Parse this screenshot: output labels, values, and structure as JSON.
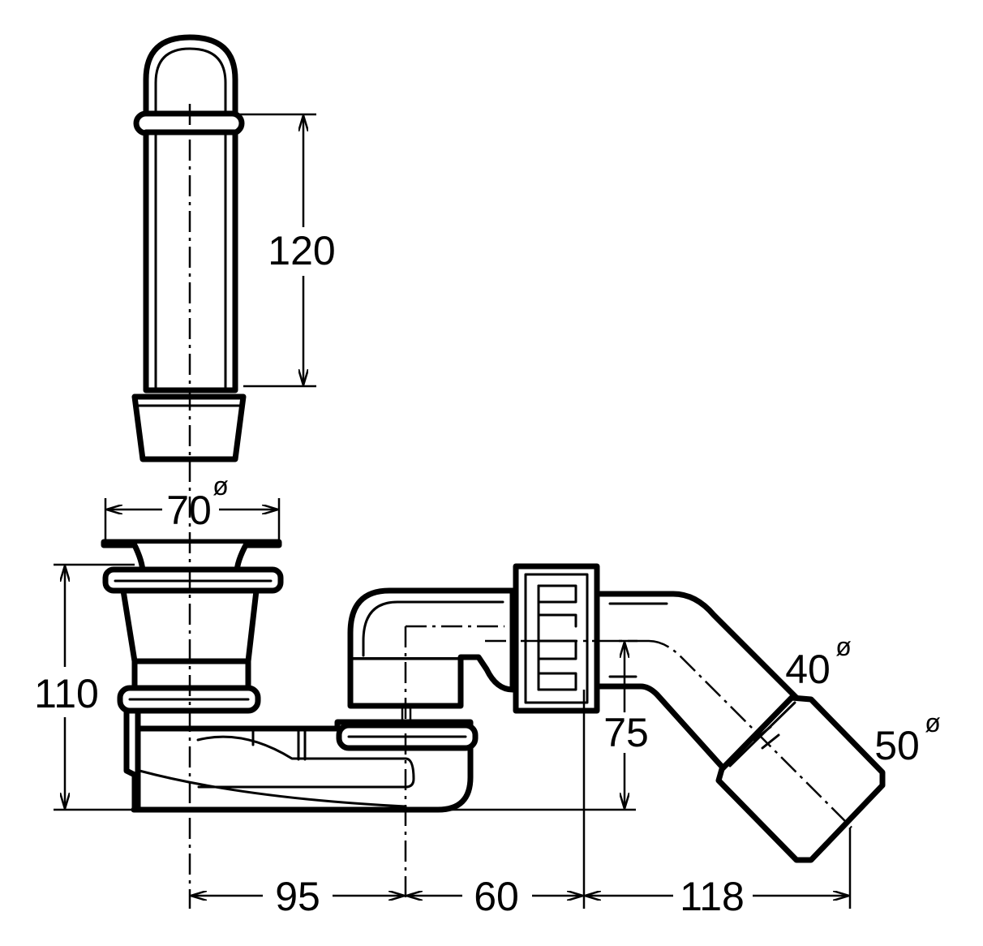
{
  "dimensions": {
    "overflow_height": "120",
    "body_height": "110",
    "outlet_height": "75",
    "dist_a": "95",
    "dist_b": "60",
    "dist_c": "118"
  },
  "diameters": {
    "grate_value": "70",
    "outlet_value": "40",
    "pipe_value": "50",
    "symbol": "ø"
  }
}
